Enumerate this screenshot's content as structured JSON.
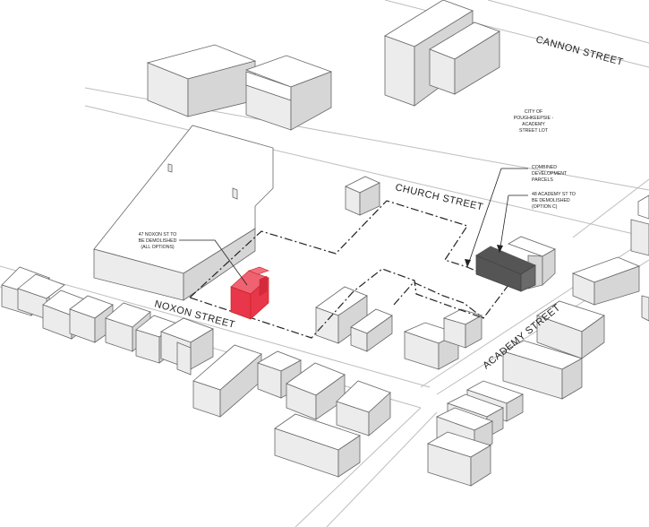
{
  "streets": {
    "cannon": "CANNON STREET",
    "church": "CHURCH STREET",
    "noxon": "NOXON STREET",
    "academy": "ACADEMY STREET"
  },
  "annotations": {
    "lot": [
      "CITY OF",
      "POUGHKEEPSIE -",
      "ACADEMY",
      "STREET LOT"
    ],
    "combined": [
      "COMBINED",
      "DEVELOPMENT",
      "PARCELS"
    ],
    "academy_demo": [
      "48 ACADEMY ST TO",
      "BE DEMOLISHED",
      "(OPTION C)"
    ],
    "noxon_demo": [
      "47 NOXON ST TO",
      "BE DEMOLISHED",
      "(ALL OPTIONS)"
    ]
  },
  "colors": {
    "demolish_all": "#e8364a",
    "demolish_option_c": "#555555",
    "building_top": "#ffffff",
    "building_side": "#ececec",
    "building_shade": "#d6d6d6",
    "road_line": "#bdbdbd"
  }
}
